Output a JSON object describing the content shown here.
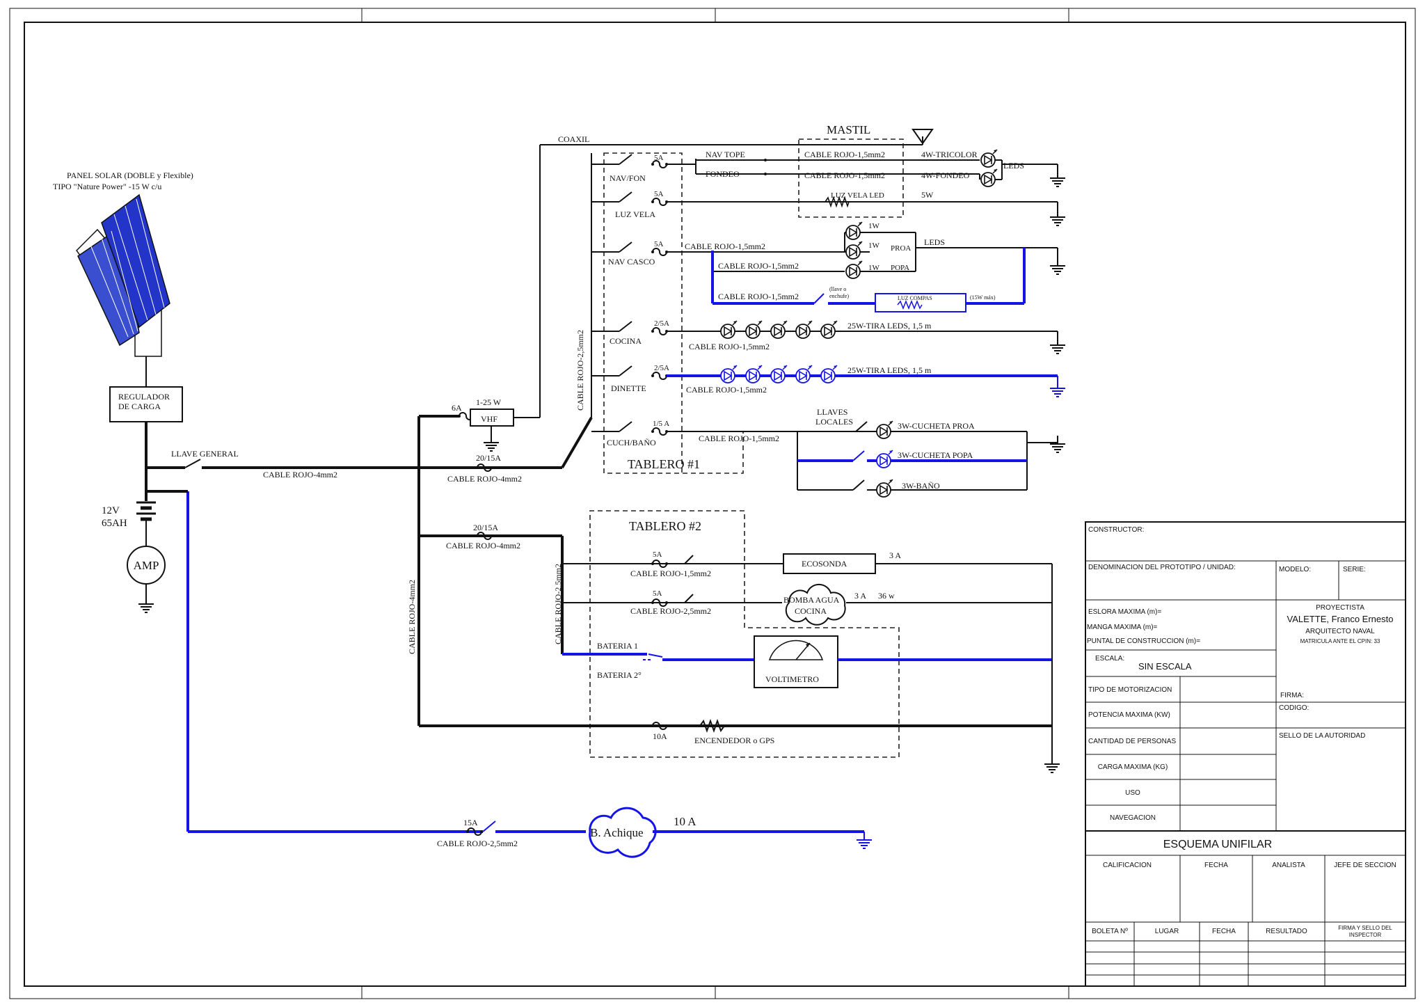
{
  "solar": {
    "title": "PANEL SOLAR (DOBLE y Flexible)",
    "type": "TIPO \"Nature Power\" -15 W c/u"
  },
  "regulator": {
    "line1": "REGULADOR",
    "line2": "DE CARGA"
  },
  "battery": {
    "voltage": "12V",
    "capacity": "65AH"
  },
  "amp": "AMP",
  "main": {
    "switch": "LLAVE GENERAL",
    "cable1": "CABLE ROJO-4mm2",
    "fuse1": "20/15A",
    "cable2": "CABLE ROJO-4mm2",
    "fuse2": "20/15A",
    "cable3": "CABLE ROJO-4mm2",
    "vertical_cable": "CABLE ROJO-4mm2"
  },
  "vhf": {
    "fuse": "6A",
    "power": "1-25 W",
    "label": "VHF",
    "coax": "COAXIL"
  },
  "tablero1": {
    "title": "TABLERO  #1",
    "bus_cable": "CABLE ROJO-2,5mm2",
    "circuits": {
      "nav_fon": {
        "name": "NAV/FON",
        "fuse": "5A",
        "top": "NAV TOPE",
        "fondeo": "FONDEO"
      },
      "luz_vela": {
        "name": "LUZ VELA",
        "fuse": "5A"
      },
      "nav_casco": {
        "name": "NAV CASCO",
        "fuse": "5A",
        "cable": "CABLE ROJO-1,5mm2"
      },
      "cocina": {
        "name": "COCINA",
        "fuse": "2/5A",
        "cable": "CABLE ROJO-1,5mm2"
      },
      "dinette": {
        "name": "DINETTE",
        "fuse": "2/5A",
        "cable": "CABLE ROJO-1,5mm2"
      },
      "cuch_bano": {
        "name": "CUCH/BAÑO",
        "fuse": "1/5 A",
        "cable": "CABLE ROJO-1,5mm2"
      }
    }
  },
  "mastil": {
    "title": "MASTIL",
    "cable_tricolor": "CABLE ROJO-1,5mm2",
    "cable_fondeo": "CABLE ROJO-1,5mm2",
    "tricolor": "4W-TRICOLOR",
    "fondeo": "4W-FONDEO",
    "leds": "LEDS",
    "luz_vela_led": "LUZ VELA LED",
    "power_5w": "5W"
  },
  "casco": {
    "w1": "1W",
    "w2": "1W",
    "w3": "1W",
    "proa": "PROA",
    "popa": "POPA",
    "leds": "LEDS",
    "cable_popa": "CABLE ROJO-1,5mm2",
    "cable_compas": "CABLE ROJO-1,5mm2",
    "llave": "(llave o",
    "enchufe": "enchufe)",
    "compas": "LUZ COMPAS",
    "compas_power": "(15W máx)"
  },
  "strips": {
    "cocina": "25W-TIRA LEDS, 1,5 m",
    "dinette": "25W-TIRA LEDS, 1,5 m"
  },
  "cuchetas": {
    "llaves": "LLAVES",
    "locales": "LOCALES",
    "proa": "3W-CUCHETA PROA",
    "popa": "3W-CUCHETA POPA",
    "bano": "3W-BAÑO"
  },
  "tablero2": {
    "title": "TABLERO #2",
    "bus_cable": "CABLE ROJO-2,5mm2",
    "ecosonda": {
      "fuse": "5A",
      "cable": "CABLE ROJO-1,5mm2",
      "label": "ECOSONDA",
      "amps": "3 A"
    },
    "bomba": {
      "fuse": "5A",
      "cable": "CABLE ROJO-2,5mm2",
      "line1": "BOMBA AGUA",
      "line2": "COCINA",
      "amps": "3 A",
      "watts": "36 w"
    },
    "bateria1": "BATERIA 1",
    "bateria2": "BATERIA 2°",
    "voltimetro": "VOLTIMETRO",
    "encendedor": {
      "fuse": "10A",
      "label": "ENCENDEDOR o GPS"
    }
  },
  "achique": {
    "fuse": "15A",
    "cable": "CABLE ROJO-2,5mm2",
    "label": "B. Achique",
    "amps": "10 A"
  },
  "titleblock": {
    "constructor": "CONSTRUCTOR:",
    "denominacion": "DENOMINACION DEL PROTOTIPO / UNIDAD:",
    "modelo": "MODELO:",
    "serie": "SERIE:",
    "eslora": "ESLORA MAXIMA (m)=",
    "manga": "MANGA MAXIMA (m)=",
    "puntal": "PUNTAL DE CONSTRUCCION (m)=",
    "proyectista": "PROYECTISTA",
    "name": "VALETTE, Franco Ernesto",
    "role": "ARQUITECTO NAVAL",
    "matricula": "MATRICULA ANTE EL CPIN: 33",
    "escala": "ESCALA:",
    "escala_value": "SIN ESCALA",
    "motorizacion": "TIPO DE MOTORIZACION",
    "firma": "FIRMA:",
    "potencia": "POTENCIA MAXIMA (KW)",
    "codigo": "CODIGO:",
    "personas": "CANTIDAD DE PERSONAS",
    "sello": "SELLO DE LA AUTORIDAD",
    "carga": "CARGA MAXIMA (KG)",
    "uso": "USO",
    "navegacion": "NAVEGACION",
    "esquema": "ESQUEMA UNIFILAR",
    "calificacion": "CALIFICACION",
    "fecha": "FECHA",
    "analista": "ANALISTA",
    "jefe": "JEFE DE SECCION",
    "boleta": "BOLETA Nº",
    "lugar": "LUGAR",
    "fecha2": "FECHA",
    "resultado": "RESULTADO",
    "firma_sello1": "FIRMA Y SELLO DEL",
    "firma_sello2": "INSPECTOR"
  }
}
